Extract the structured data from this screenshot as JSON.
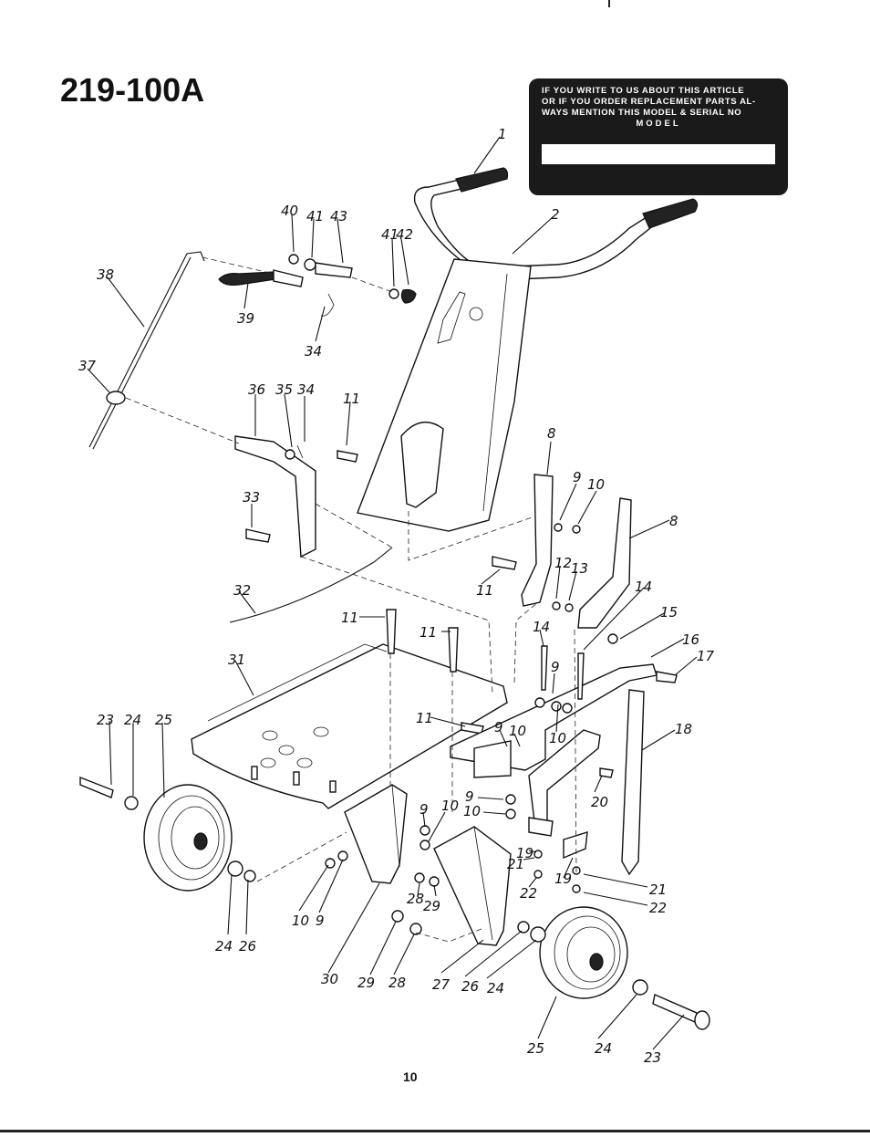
{
  "header": {
    "model_number": "219-100A"
  },
  "notice_box": {
    "text_lines": [
      "IF YOU WRITE TO US ABOUT THIS ARTICLE",
      "OR IF YOU ORDER REPLACEMENT PARTS AL-",
      "WAYS MENTION THIS MODEL & SERIAL NO"
    ],
    "model_label": "MODEL"
  },
  "callouts": [
    "1",
    "2",
    "8",
    "9",
    "10",
    "8",
    "11",
    "12",
    "13",
    "14",
    "15",
    "16",
    "17",
    "14",
    "9",
    "18",
    "10",
    "9",
    "10",
    "9",
    "10",
    "11",
    "20",
    "19",
    "21",
    "22",
    "19",
    "21",
    "22",
    "40",
    "41",
    "43",
    "41",
    "42",
    "38",
    "39",
    "34",
    "37",
    "36",
    "35",
    "34",
    "11",
    "33",
    "32",
    "11",
    "11",
    "31",
    "23",
    "24",
    "25",
    "24",
    "26",
    "9",
    "10",
    "28",
    "29",
    "10",
    "9",
    "30",
    "29",
    "28",
    "27",
    "26",
    "24",
    "25",
    "24",
    "23"
  ],
  "footer": {
    "page_number": "10"
  }
}
